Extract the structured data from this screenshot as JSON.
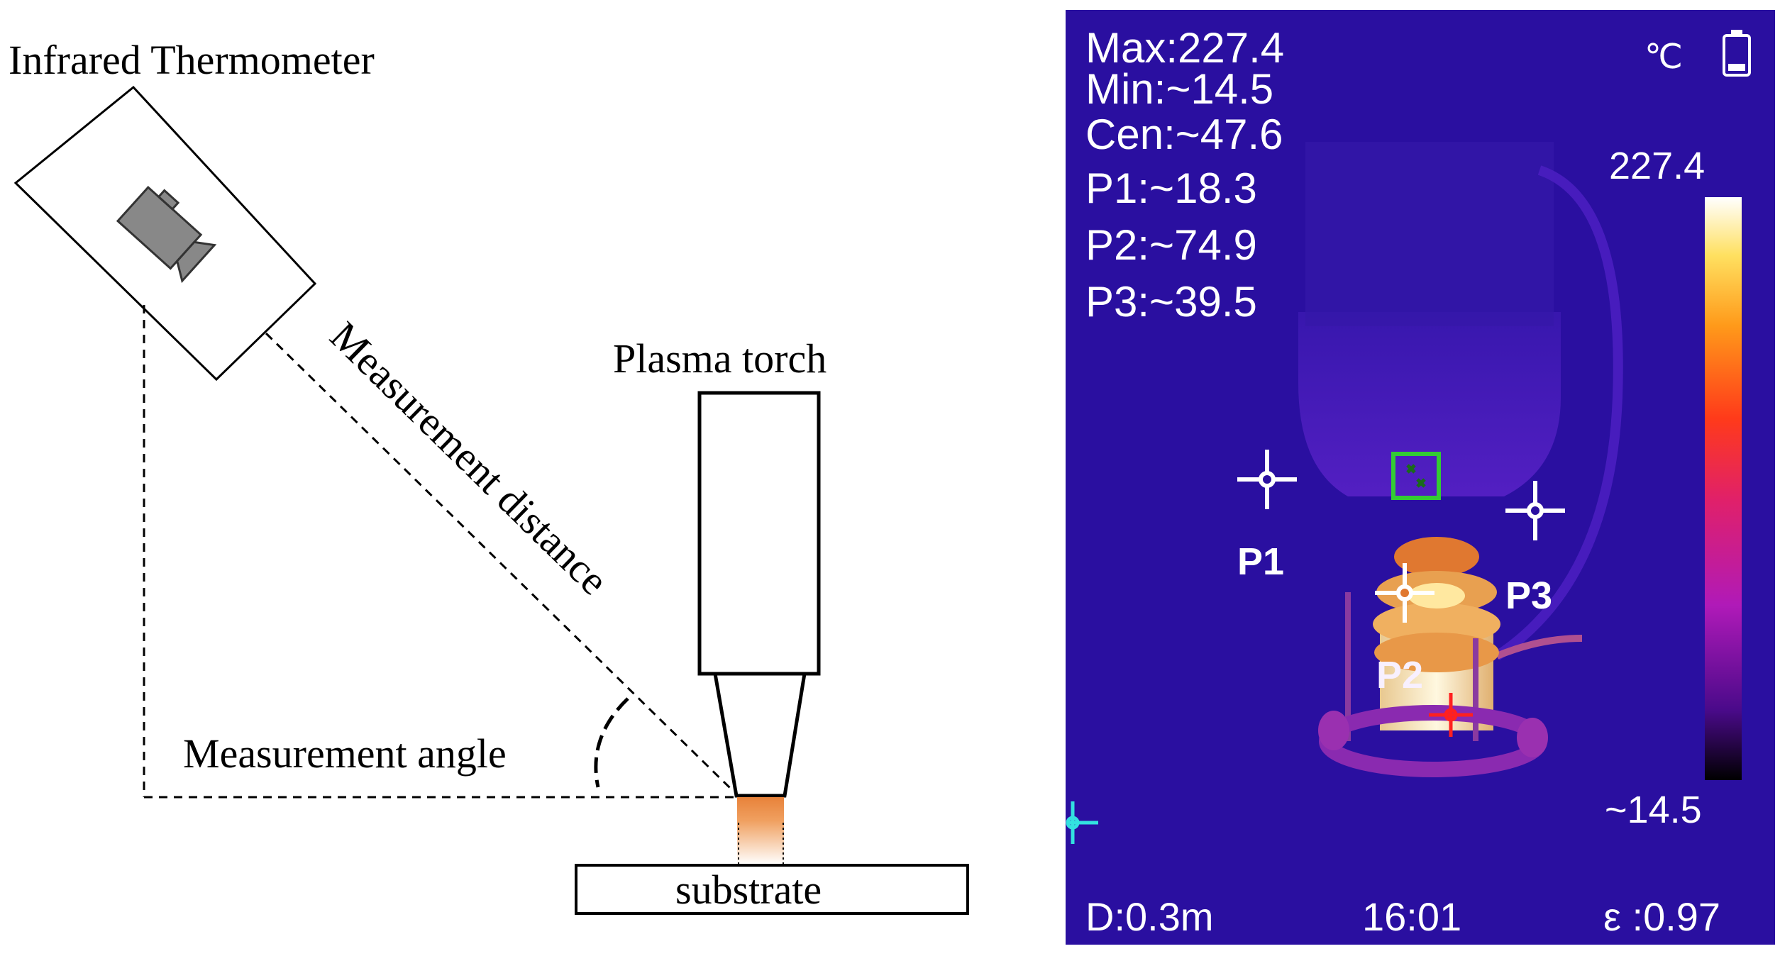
{
  "schematic": {
    "thermometer_label": "Infrared Thermometer",
    "torch_label": "Plasma torch",
    "distance_label": "Measurement distance",
    "angle_label": "Measurement angle",
    "substrate_label": "substrate"
  },
  "thermal_image": {
    "readouts": {
      "max": "Max:227.4",
      "min": "Min:~14.5",
      "cen": "Cen:~47.6",
      "p1": "P1:~18.3",
      "p2": "P2:~74.9",
      "p3": "P3:~39.5"
    },
    "unit": "℃",
    "scale_max": "227.4",
    "scale_min": "~14.5",
    "points": [
      "P1",
      "P2",
      "P3"
    ],
    "footer": {
      "distance": "D:0.3m",
      "time": "16:01",
      "emissivity": "ε :0.97"
    },
    "colors": {
      "background": "#2a0fa0",
      "marker_green": "#33cc33",
      "marker_red": "#ff2020",
      "marker_cyan": "#33e0e0",
      "flame_orange": "#e8823a"
    }
  }
}
